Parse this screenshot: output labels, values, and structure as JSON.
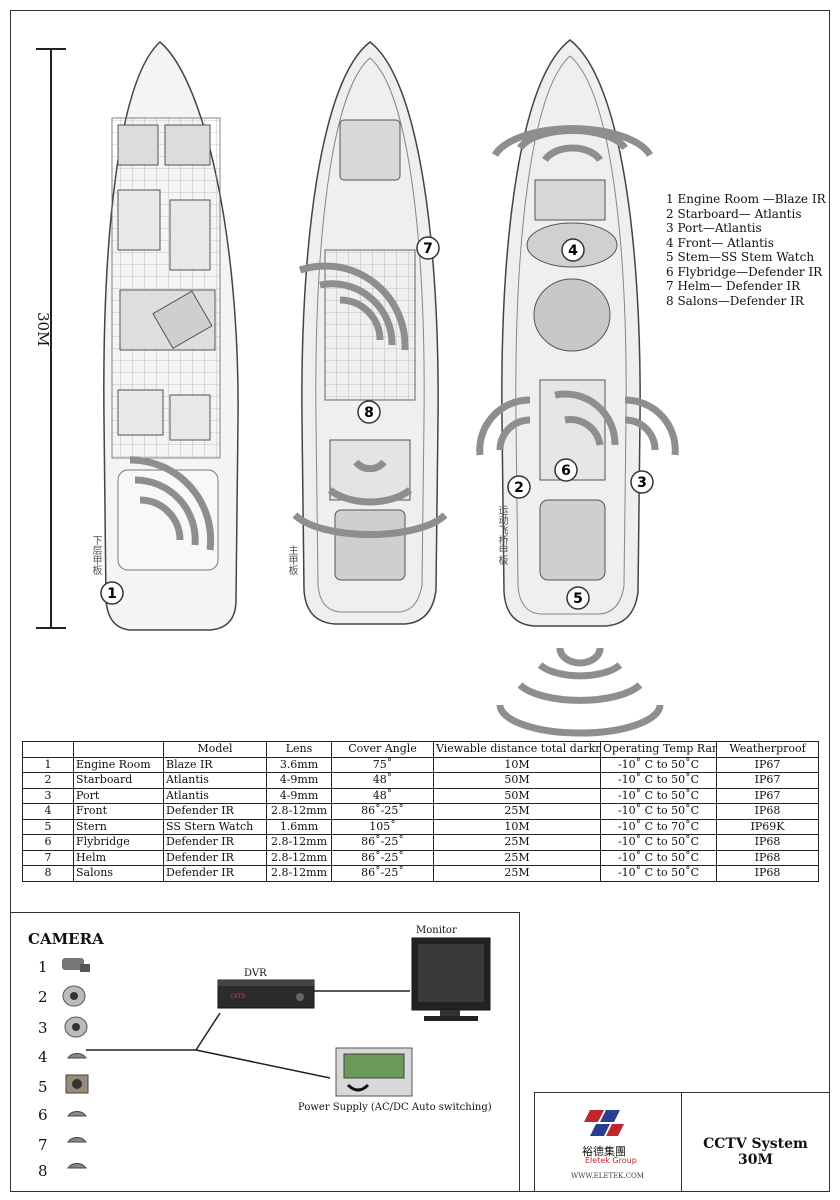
{
  "scale": {
    "label": "30M"
  },
  "deck_labels": {
    "lower": "下层甲板",
    "main": "主甲板",
    "fly": "运动飞桥甲板"
  },
  "markers": [
    "1",
    "2",
    "3",
    "4",
    "5",
    "6",
    "7",
    "8"
  ],
  "legend": [
    "1 Engine Room —Blaze IR",
    "2 Starboard— Atlantis",
    "3 Port—Atlantis",
    "4 Front— Atlantis",
    "5 Stem—SS Stem Watch",
    "6 Flybridge—Defender IR",
    "7 Helm— Defender IR",
    "8 Salons—Defender IR"
  ],
  "table": {
    "headers": [
      "",
      "",
      "Model",
      "Lens",
      "Cover Angle",
      "Viewable distance total darkness",
      "Operating Temp Range",
      "Weatherproof"
    ],
    "rows": [
      [
        "1",
        "Engine Room",
        "Blaze IR",
        "3.6mm",
        "75˚",
        "10M",
        "-10˚ C to 50˚C",
        "IP67"
      ],
      [
        "2",
        "Starboard",
        "Atlantis",
        "4-9mm",
        "48˚",
        "50M",
        "-10˚ C to 50˚C",
        "IP67"
      ],
      [
        "3",
        "Port",
        "Atlantis",
        "4-9mm",
        "48˚",
        "50M",
        "-10˚ C to 50˚C",
        "IP67"
      ],
      [
        "4",
        "Front",
        "Defender IR",
        "2.8-12mm",
        "86˚-25˚",
        "25M",
        "-10˚ C to 50˚C",
        "IP68"
      ],
      [
        "5",
        "Stern",
        "SS Stern Watch",
        "1.6mm",
        "105˚",
        "10M",
        "-10˚ C to 70˚C",
        "IP69K"
      ],
      [
        "6",
        "Flybridge",
        "Defender IR",
        "2.8-12mm",
        "86˚-25˚",
        "25M",
        "-10˚ C to 50˚C",
        "IP68"
      ],
      [
        "7",
        "Helm",
        "Defender IR",
        "2.8-12mm",
        "86˚-25˚",
        "25M",
        "-10˚ C to 50˚C",
        "IP68"
      ],
      [
        "8",
        "Salons",
        "Defender IR",
        "2.8-12mm",
        "86˚-25˚",
        "25M",
        "-10˚ C to 50˚C",
        "IP68"
      ]
    ]
  },
  "camera_section": {
    "title": "CAMERA",
    "numbers": [
      "1",
      "2",
      "3",
      "4",
      "5",
      "6",
      "7",
      "8"
    ],
    "dvr_label": "DVR",
    "dvr_brand": "CKTS",
    "monitor_label": "Monitor",
    "power_label": "Power Supply (AC/DC Auto switching)"
  },
  "company": {
    "name_cn": "裕德集團",
    "name_en": "Eletek Group",
    "url": "WWW.ELETEK.COM"
  },
  "system_title": {
    "line1": "CCTV System",
    "line2": "30M"
  }
}
